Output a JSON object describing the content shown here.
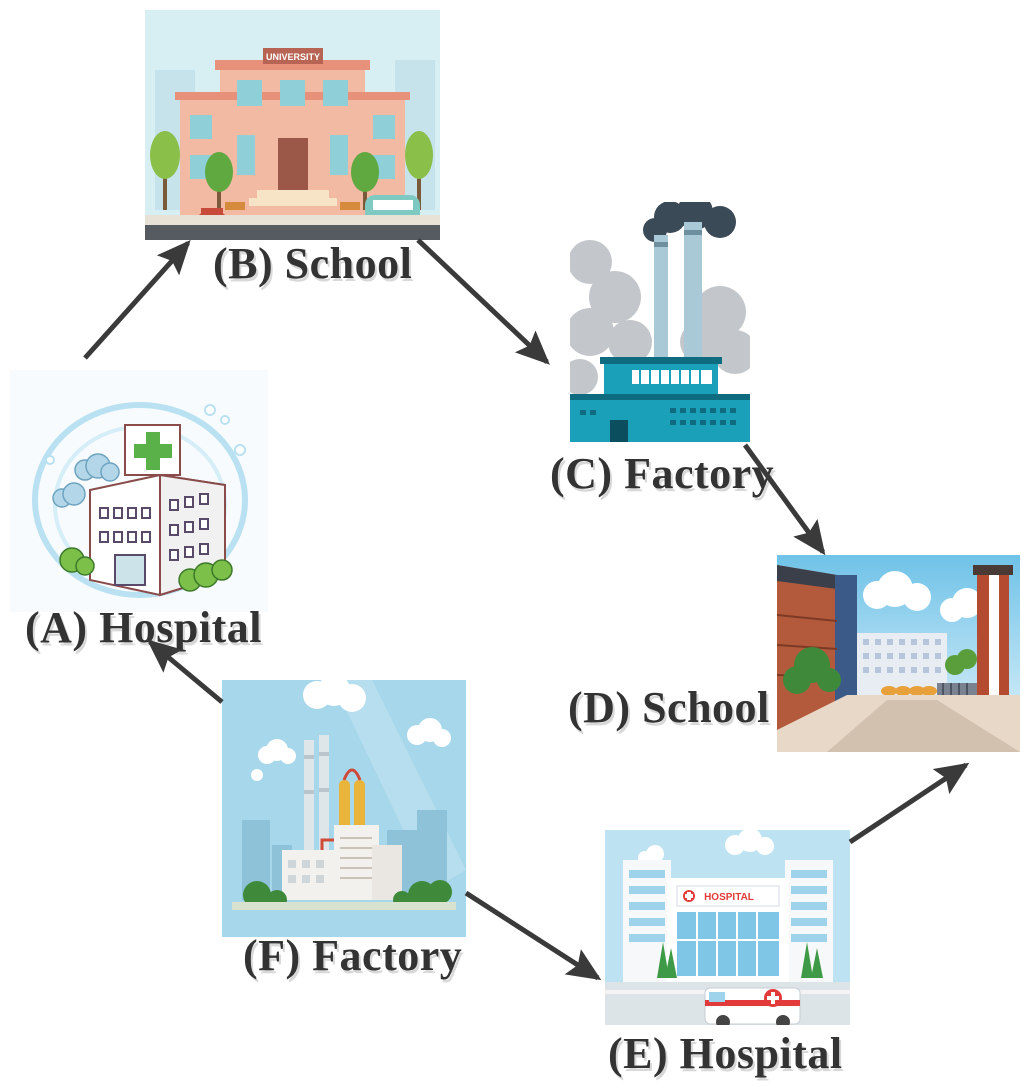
{
  "nodes": {
    "a": {
      "label": "(A) Hospital",
      "kind": "hospital",
      "sign": ""
    },
    "b": {
      "label": "(B) School",
      "kind": "school",
      "sign": "UNIVERSITY"
    },
    "c": {
      "label": "(C) Factory",
      "kind": "factory"
    },
    "d": {
      "label": "(D) School",
      "kind": "school"
    },
    "e": {
      "label": "(E) Hospital",
      "kind": "hospital",
      "sign": "HOSPITAL"
    },
    "f": {
      "label": "(F) Factory",
      "kind": "factory"
    }
  },
  "edges": [
    {
      "from": "A",
      "to": "B"
    },
    {
      "from": "B",
      "to": "C"
    },
    {
      "from": "C",
      "to": "D"
    },
    {
      "from": "E",
      "to": "D"
    },
    {
      "from": "F",
      "to": "E"
    },
    {
      "from": "F",
      "to": "A"
    }
  ],
  "colors": {
    "arrow": "#3a3a3a",
    "label": "#333333"
  }
}
